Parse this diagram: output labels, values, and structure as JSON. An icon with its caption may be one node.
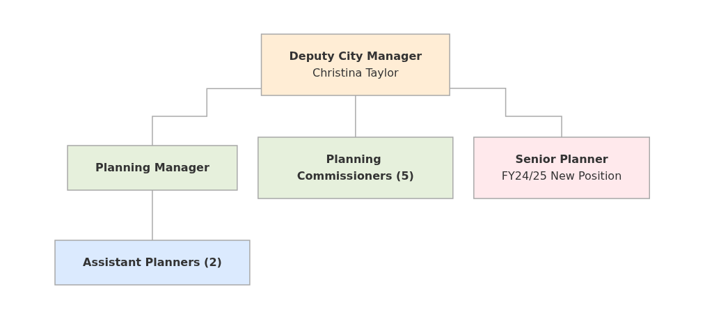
{
  "diagram": {
    "nodes": [
      {
        "text": [
          "Deputy City Manager",
          "Christina Taylor"
        ]
      },
      {
        "text": [
          "Planning Manager"
        ]
      },
      {
        "text": [
          "Planning Commissioners (5)"
        ]
      },
      {
        "text": [
          "Senior Planner",
          "FY24/25 New Position"
        ]
      },
      {
        "text": [
          "Assistant Planners (2)"
        ]
      }
    ],
    "edges": [
      {
        "from": 0,
        "to": 1,
        "arrow": "none"
      },
      {
        "from": 0,
        "to": 2,
        "arrow": "none"
      },
      {
        "from": 0,
        "to": 3,
        "arrow": "none"
      },
      {
        "from": 1,
        "to": 4,
        "arrow": "none"
      }
    ]
  }
}
